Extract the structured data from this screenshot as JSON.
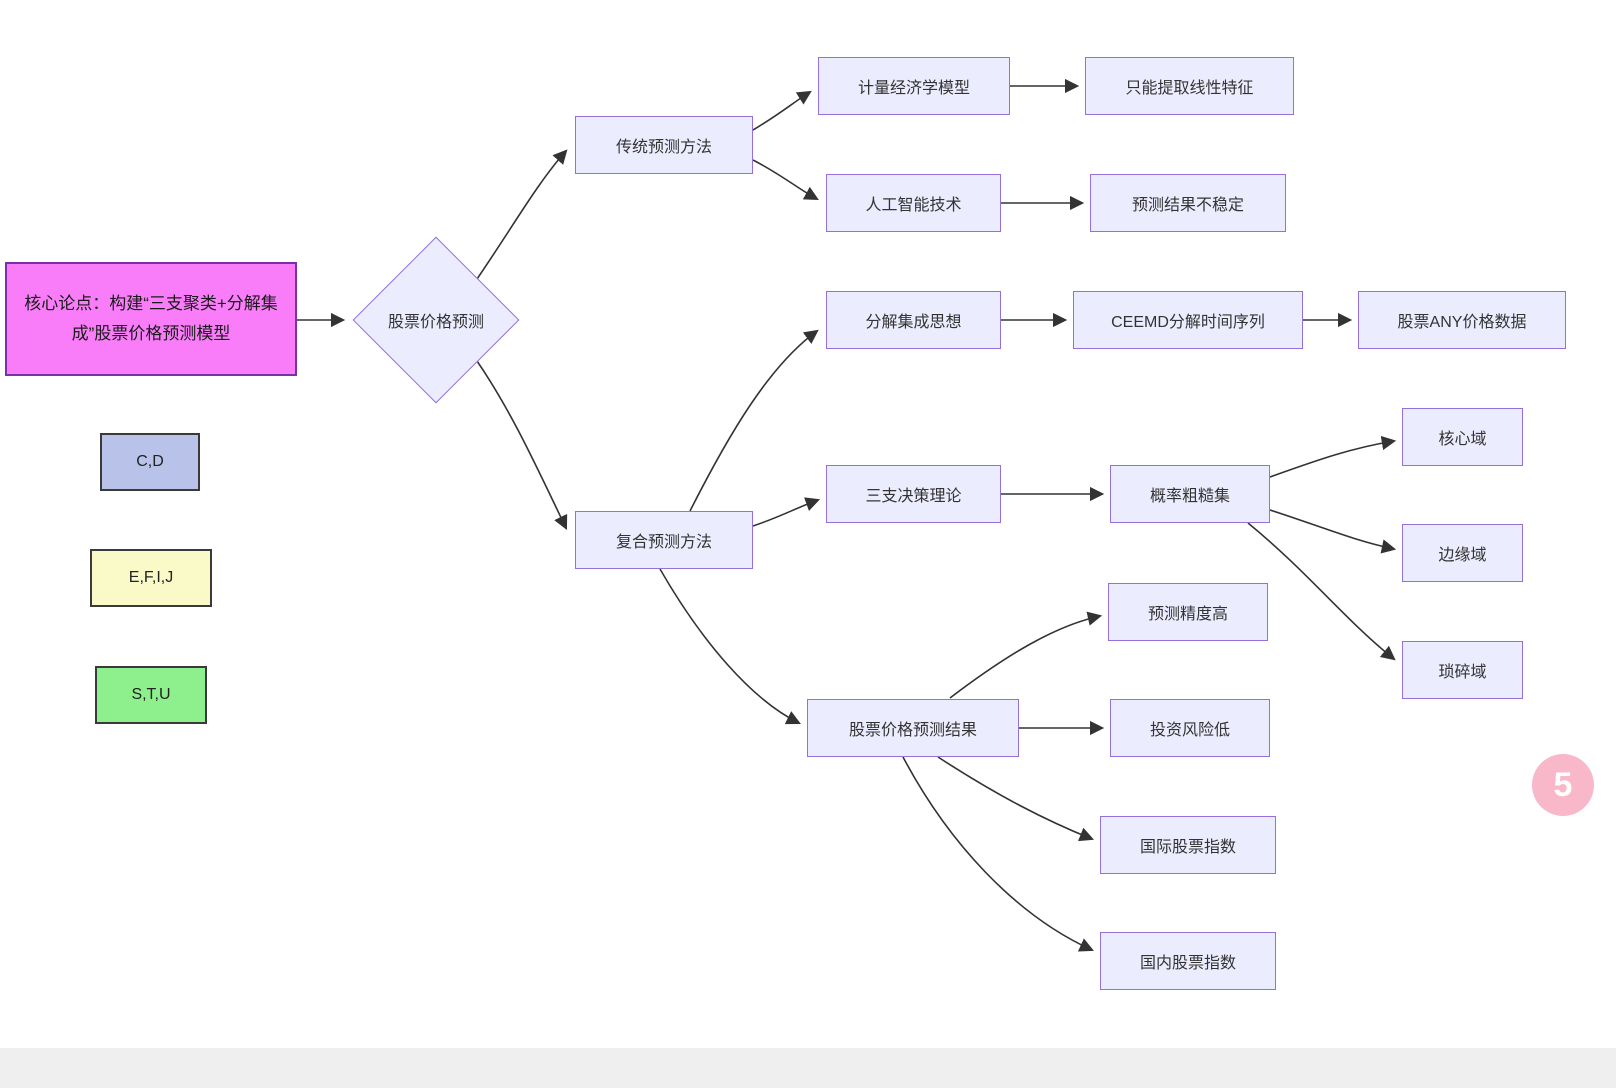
{
  "diagram": {
    "root": {
      "label": "核心论点：构建“三支聚类+分解集成”股票价格预测模型"
    },
    "decision": {
      "label": "股票价格预测"
    },
    "nodes": {
      "traditional": {
        "label": "传统预测方法"
      },
      "econometric": {
        "label": "计量经济学模型"
      },
      "linear_only": {
        "label": "只能提取线性特征"
      },
      "ai": {
        "label": "人工智能技术"
      },
      "unstable": {
        "label": "预测结果不稳定"
      },
      "composite": {
        "label": "复合预测方法"
      },
      "decomposition": {
        "label": "分解集成思想"
      },
      "ceemd": {
        "label": "CEEMD分解时间序列"
      },
      "any_price": {
        "label": "股票ANY价格数据"
      },
      "three_way": {
        "label": "三支决策理论"
      },
      "rough_set": {
        "label": "概率粗糙集"
      },
      "core_region": {
        "label": "核心域"
      },
      "boundary_region": {
        "label": "边缘域"
      },
      "trivial_region": {
        "label": "琐碎域"
      },
      "result": {
        "label": "股票价格预测结果"
      },
      "accuracy": {
        "label": "预测精度高"
      },
      "low_risk": {
        "label": "投资风险低"
      },
      "intl_index": {
        "label": "国际股票指数"
      },
      "domestic_index": {
        "label": "国内股票指数"
      }
    },
    "legend": [
      {
        "label": "C,D",
        "color": "#b9c3ea"
      },
      {
        "label": "E,F,I,J",
        "color": "#fafac8"
      },
      {
        "label": "S,T,U",
        "color": "#8df08c"
      }
    ],
    "badge": {
      "label": "5",
      "color": "#f9b8ca"
    },
    "colors": {
      "node_fill": "#ececff",
      "node_border": "#9370db",
      "root_fill": "#f97df9",
      "root_border": "#7b2fa8",
      "edge": "#333333"
    }
  }
}
